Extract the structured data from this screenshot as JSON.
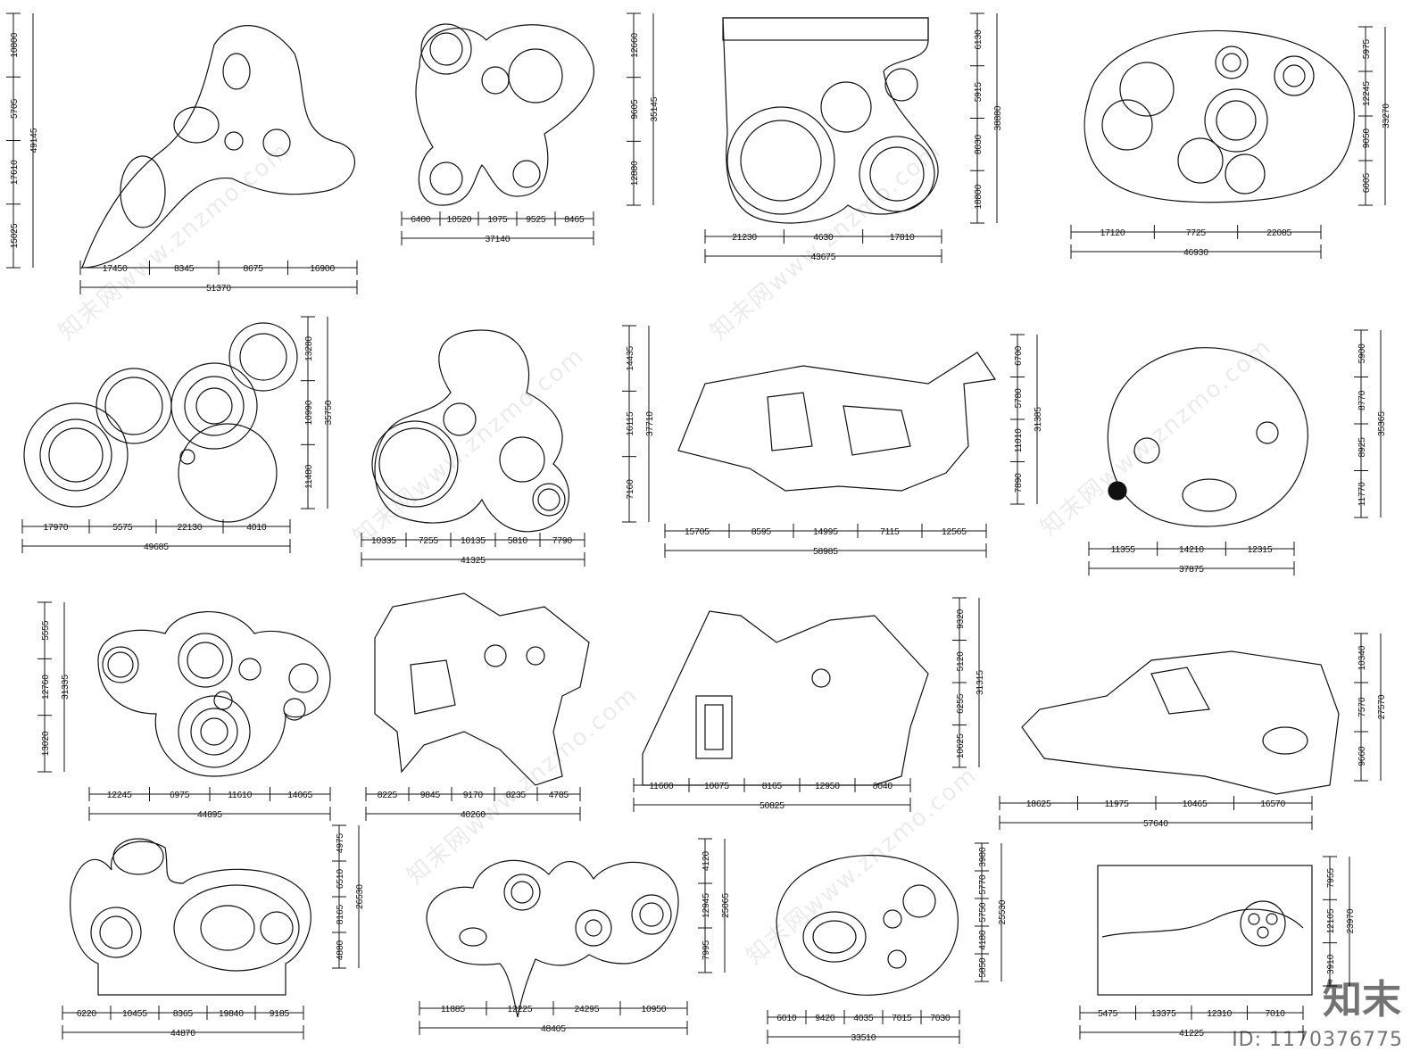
{
  "watermark": {
    "text": "知末网www.znzmo.com"
  },
  "brand": {
    "logo_text": "知末",
    "id_label": "ID: 1170376775"
  },
  "plans": [
    {
      "bottom": [
        "17450",
        "8345",
        "8675",
        "16900"
      ],
      "bottom_total": "51370",
      "side": [
        "10800",
        "5705",
        "17610",
        "15025"
      ],
      "side_total": "49145"
    },
    {
      "bottom": [
        "6400",
        "10520",
        "1075",
        "9525",
        "8465"
      ],
      "bottom_total": "37140",
      "side": [
        "12660",
        "9605",
        "12880"
      ],
      "side_total": "35145"
    },
    {
      "bottom": [
        "21230",
        "4630",
        "17810"
      ],
      "bottom_total": "43675",
      "side": [
        "6130",
        "5915",
        "8030",
        "18800"
      ],
      "side_total": "38880"
    },
    {
      "bottom": [
        "17120",
        "7725",
        "22085"
      ],
      "bottom_total": "46930",
      "side": [
        "5975",
        "12245",
        "9050",
        "6005"
      ],
      "side_total": "33270"
    },
    {
      "bottom": [
        "17970",
        "5575",
        "22130",
        "4010"
      ],
      "bottom_total": "49685",
      "side": [
        "13280",
        "10990",
        "11480"
      ],
      "side_total": "35750"
    },
    {
      "bottom": [
        "10335",
        "7255",
        "10135",
        "5810",
        "7790"
      ],
      "bottom_total": "41325",
      "side": [
        "14435",
        "16115",
        "7160"
      ],
      "side_total": "37710"
    },
    {
      "bottom": [
        "15705",
        "8595",
        "14995",
        "7115",
        "12565"
      ],
      "bottom_total": "58985",
      "side": [
        "6700",
        "5780",
        "11010",
        "7890"
      ],
      "side_total": "31385"
    },
    {
      "bottom": [
        "11355",
        "14210",
        "12315"
      ],
      "bottom_total": "37875",
      "side": [
        "5900",
        "8770",
        "8925",
        "11770"
      ],
      "side_total": "35365"
    },
    {
      "bottom": [
        "12245",
        "6975",
        "11610",
        "14065"
      ],
      "bottom_total": "44895",
      "side": [
        "5555",
        "12760",
        "13020"
      ],
      "side_total": "31335"
    },
    {
      "bottom": [
        "8225",
        "9845",
        "9170",
        "8235",
        "4785"
      ],
      "bottom_total": "40260",
      "side": [],
      "side_total": ""
    },
    {
      "bottom": [
        "11600",
        "10075",
        "8165",
        "12950",
        "8040"
      ],
      "bottom_total": "50825",
      "side": [
        "9320",
        "5120",
        "6255",
        "10625"
      ],
      "side_total": "31315"
    },
    {
      "bottom": [
        "18625",
        "11975",
        "10465",
        "16570"
      ],
      "bottom_total": "57640",
      "side": [
        "10340",
        "7570",
        "9660"
      ],
      "side_total": "27570"
    },
    {
      "bottom": [
        "6220",
        "10455",
        "8365",
        "19840",
        "9185"
      ],
      "bottom_total": "44870",
      "side": [
        "4975",
        "6510",
        "8165",
        "4880"
      ],
      "side_total": "26530"
    },
    {
      "bottom": [
        "11885",
        "12225",
        "24295",
        "10950"
      ],
      "bottom_total": "48405",
      "side": [
        "4120",
        "12945",
        "7995"
      ],
      "side_total": "25065"
    },
    {
      "bottom": [
        "6010",
        "9420",
        "4035",
        "7015",
        "7030"
      ],
      "bottom_total": "33510",
      "side": [
        "3980",
        "5770",
        "5750",
        "4180",
        "5850"
      ],
      "side_total": "25530"
    },
    {
      "bottom": [
        "5475",
        "13375",
        "12310",
        "7010"
      ],
      "bottom_total": "41225",
      "side": [
        "7955",
        "12105",
        "3910"
      ],
      "side_total": "23970"
    }
  ]
}
